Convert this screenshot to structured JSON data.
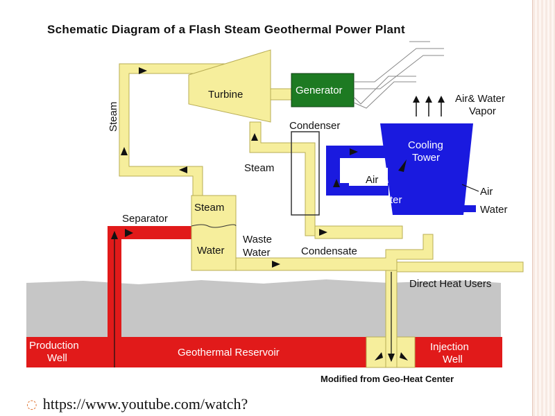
{
  "title": "Schematic Diagram of a Flash Steam Geothermal Power Plant",
  "labels": {
    "turbine": "Turbine",
    "generator": "Generator",
    "condenser": "Condenser",
    "cooling_tower_line1": "Cooling",
    "cooling_tower_line2": "Tower",
    "air_water_vapor_line1": "Air& Water",
    "air_water_vapor_line2": "Vapor",
    "steam_vertical": "Steam",
    "steam_middle": "Steam",
    "air_inner": "Air",
    "air_outer": "Air",
    "water_tower": "Water",
    "water_right": "Water",
    "separator": "Separator",
    "separator_steam": "Steam",
    "separator_water": "Water",
    "waste_water_line1": "Waste",
    "waste_water_line2": "Water",
    "condensate": "Condensate",
    "direct_heat_users": "Direct Heat Users",
    "production_well_line1": "Production",
    "production_well_line2": "Well",
    "geothermal_reservoir": "Geothermal Reservoir",
    "injection_well_line1": "Injection",
    "injection_well_line2": "Well"
  },
  "credit": "Modified from Geo-Heat Center",
  "footer_link": "https://www.youtube.com/watch?",
  "colors": {
    "pipe_yellow": "#f6ee9c",
    "pipe_outline": "#b8ad55",
    "generator_green": "#1d7a22",
    "cooling_blue": "#1a1adf",
    "hot_red": "#e11a1a",
    "ground_gray": "#c6c6c6"
  }
}
